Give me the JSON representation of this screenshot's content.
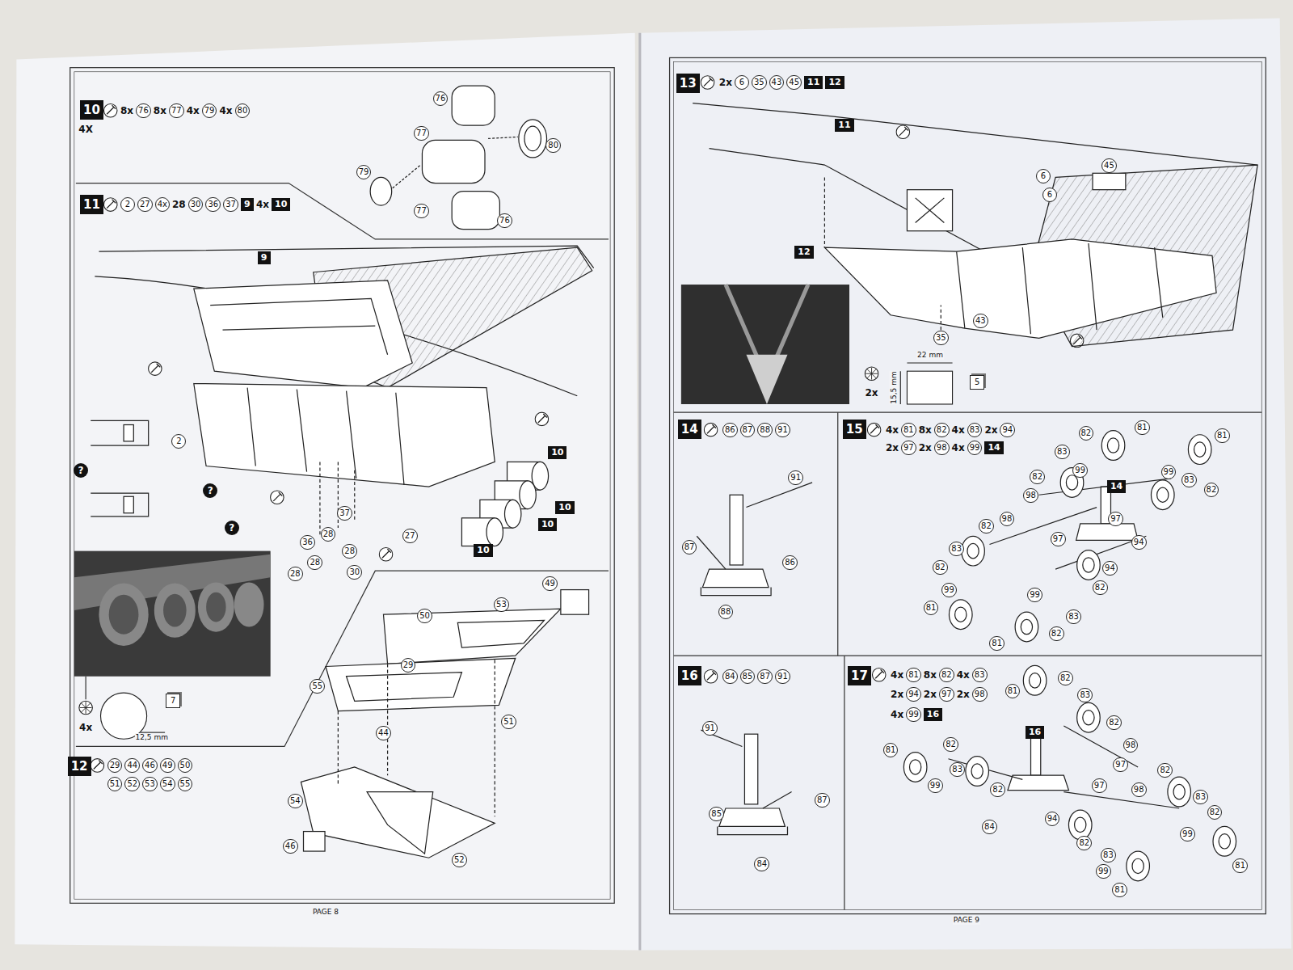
{
  "diagram": {
    "nodes": [
      {
        "text": [
          "10"
        ]
      },
      {
        "text": [
          "11"
        ]
      },
      {
        "text": [
          "12"
        ]
      },
      {
        "text": [
          "13"
        ]
      },
      {
        "text": [
          "14"
        ]
      },
      {
        "text": [
          "15"
        ]
      },
      {
        "text": [
          "16"
        ]
      },
      {
        "text": [
          "17"
        ]
      }
    ],
    "labels": [
      "8x",
      "76",
      "8x",
      "77",
      "4x",
      "79",
      "4x",
      "80",
      "4X",
      "2",
      "27",
      "4x",
      "28",
      "30",
      "36",
      "37",
      "9",
      "4x",
      "10",
      "29",
      "44",
      "46",
      "49",
      "50",
      "51",
      "52",
      "53",
      "54",
      "55",
      "2x",
      "6",
      "35",
      "43",
      "45",
      "11",
      "12",
      "86",
      "87",
      "88",
      "91",
      "4x",
      "81",
      "8x",
      "82",
      "4x",
      "83",
      "2x",
      "94",
      "2x",
      "97",
      "2x",
      "98",
      "4x",
      "99",
      "14",
      "84",
      "85",
      "87",
      "91",
      "4x",
      "81",
      "8x",
      "82",
      "4x",
      "83",
      "2x",
      "94",
      "2x",
      "97",
      "2x",
      "98",
      "4x",
      "99",
      "16",
      "76",
      "77",
      "80",
      "79",
      "77",
      "76",
      "9",
      "2",
      "10",
      "10",
      "10",
      "10",
      "27",
      "37",
      "36",
      "28",
      "28",
      "28",
      "28",
      "30",
      "?",
      "?",
      "?",
      "4x",
      "7",
      "12,5 mm",
      "49",
      "53",
      "50",
      "29",
      "55",
      "51",
      "44",
      "54",
      "46",
      "52",
      "11",
      "12",
      "6",
      "6",
      "45",
      "35",
      "43",
      "2x",
      "22 mm",
      "15,5 mm",
      "5",
      "91",
      "87",
      "86",
      "88",
      "82",
      "81",
      "81",
      "83",
      "99",
      "82",
      "14",
      "99",
      "83",
      "82",
      "98",
      "97",
      "82",
      "98",
      "94",
      "97",
      "83",
      "82",
      "94",
      "99",
      "82",
      "81",
      "99",
      "83",
      "82",
      "81",
      "91",
      "87",
      "85",
      "84",
      "82",
      "81",
      "83",
      "82",
      "16",
      "98",
      "97",
      "97",
      "98",
      "81",
      "82",
      "83",
      "99",
      "82",
      "94",
      "84",
      "82",
      "83",
      "82",
      "99",
      "81",
      "82",
      "83",
      "99",
      "81",
      "PAGE 8",
      "PAGE 9"
    ]
  }
}
